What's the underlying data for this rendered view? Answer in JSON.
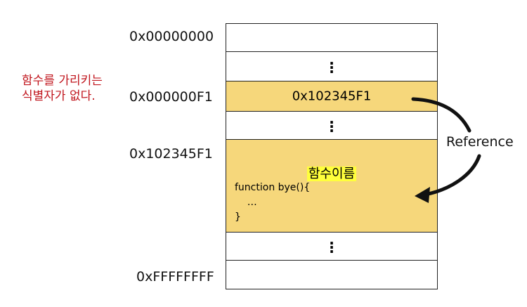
{
  "addresses": {
    "a0": "0x00000000",
    "a1": "0x000000F1",
    "a2": "0x102345F1",
    "a3": "0xFFFFFFFF"
  },
  "note": "함수를 가리키는\n식별자가 없다.",
  "cells": {
    "pointer_value": "0x102345F1",
    "function_title": "함수이름",
    "code": "function bye(){\n    …\n}"
  },
  "reference_label": "Reference",
  "colors": {
    "highlight_cell": "#f6d77b",
    "title_highlight": "#ffff3c",
    "note_text": "#c0141c"
  }
}
